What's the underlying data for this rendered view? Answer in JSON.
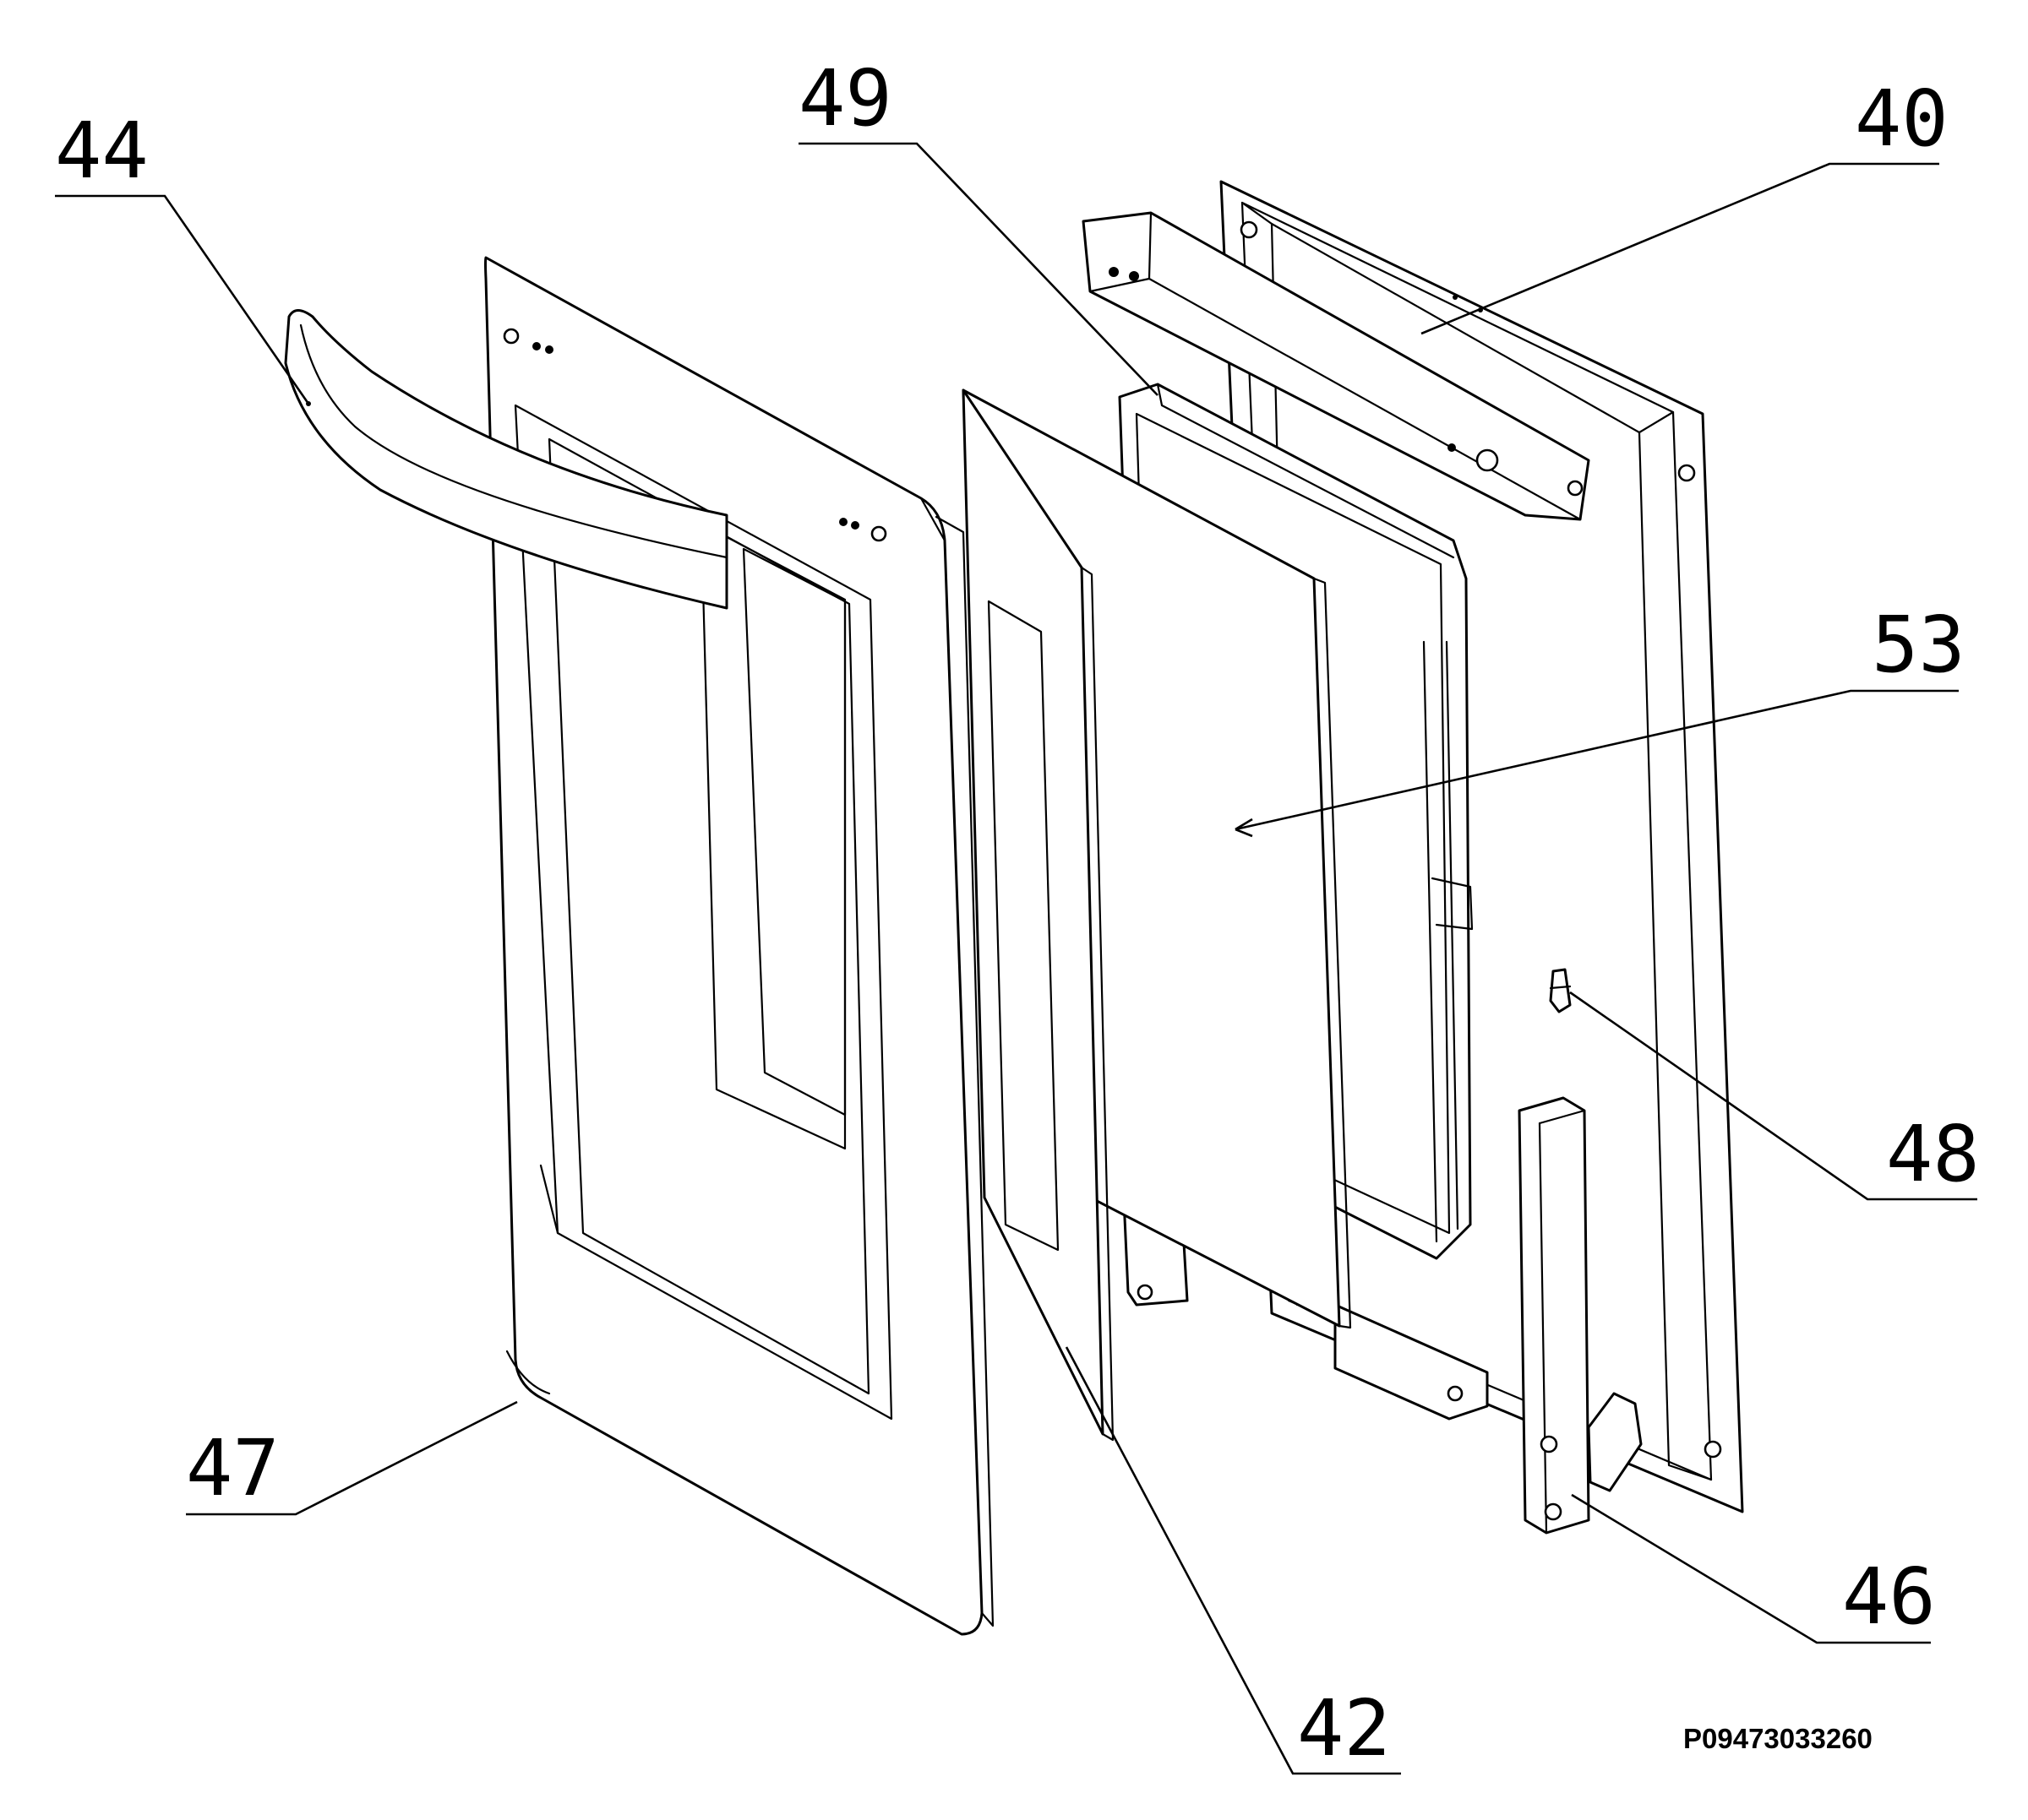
{
  "callouts": {
    "c44": "44",
    "c49": "49",
    "c40": "40",
    "c53": "53",
    "c48": "48",
    "c46": "46",
    "c42": "42",
    "c47": "47"
  },
  "drawing_code": "P09473033260",
  "colors": {
    "ink": "#000000",
    "paper": "#ffffff"
  }
}
